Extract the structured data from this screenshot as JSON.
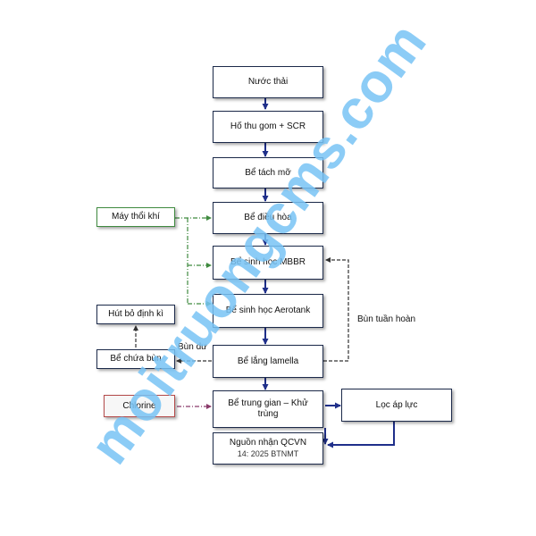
{
  "nodes": {
    "nuoc_thai": "Nước thải",
    "ho_thu_gom": "Hố thu gom + SCR",
    "be_tach_mo": "Bể tách mỡ",
    "be_dieu_hoa": "Bể điều hòa",
    "be_mbbr": "Bể sinh học MBBR",
    "be_aerotank": "Bể sinh học Aerotank",
    "be_lang": "Bể lắng lamella",
    "be_trung_gian": "Bể trung gian – Khử trùng",
    "nguon_nhan_line1": "Nguồn nhận QCVN",
    "nguon_nhan_line2": "14: 2025 BTNMT",
    "may_thoi_khi": "Máy thổi khí",
    "hut_bo": "Hút bỏ định kì",
    "be_chua_bun": "Bể chứa bùn",
    "chlorine": "Chlorine",
    "loc_ap_luc": "Lọc áp lực"
  },
  "labels": {
    "bun_du": "Bùn dư",
    "bun_tuan_hoan": "Bùn tuần hoàn"
  },
  "watermark": "moitruongcms.com",
  "colors": {
    "process_border": "#1c2a4a",
    "air_box_border": "#3f8a3f",
    "air_line": "#3f8a3f",
    "chemical_box_border": "#b44a4a",
    "flow_arrow": "#1f2f8a",
    "watermark": "#78c3f5"
  }
}
